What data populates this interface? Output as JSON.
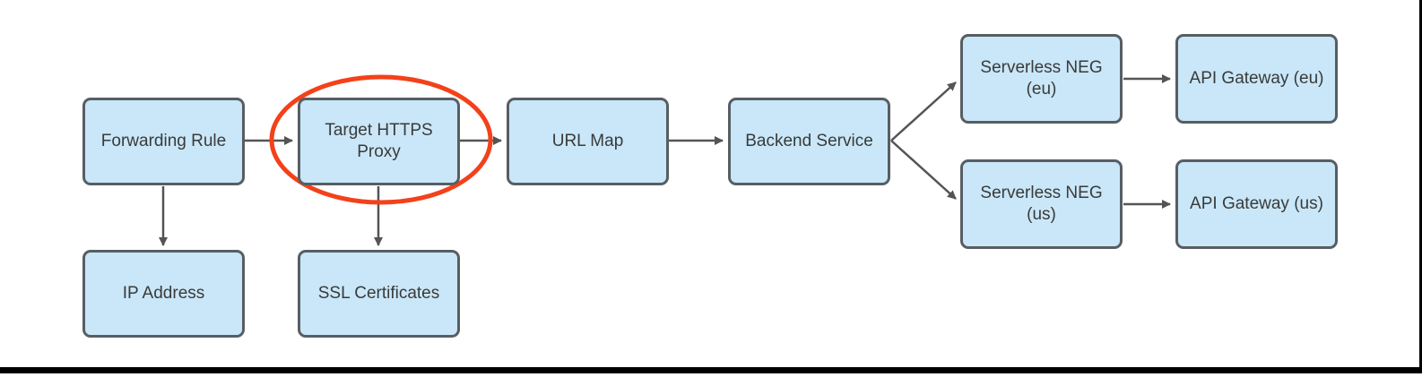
{
  "diagram": {
    "nodes": [
      {
        "id": "forwarding-rule",
        "label": "Forwarding Rule"
      },
      {
        "id": "target-https-proxy",
        "label": "Target HTTPS Proxy"
      },
      {
        "id": "url-map",
        "label": "URL Map"
      },
      {
        "id": "backend-service",
        "label": "Backend Service"
      },
      {
        "id": "serverless-neg-eu",
        "label": "Serverless NEG (eu)"
      },
      {
        "id": "api-gateway-eu",
        "label": "API Gateway (eu)"
      },
      {
        "id": "serverless-neg-us",
        "label": "Serverless NEG (us)"
      },
      {
        "id": "api-gateway-us",
        "label": "API Gateway (us)"
      },
      {
        "id": "ip-address",
        "label": "IP Address"
      },
      {
        "id": "ssl-certificates",
        "label": "SSL Certificates"
      }
    ],
    "edges": [
      {
        "from": "forwarding-rule",
        "to": "target-https-proxy"
      },
      {
        "from": "target-https-proxy",
        "to": "url-map"
      },
      {
        "from": "url-map",
        "to": "backend-service"
      },
      {
        "from": "backend-service",
        "to": "serverless-neg-eu"
      },
      {
        "from": "backend-service",
        "to": "serverless-neg-us"
      },
      {
        "from": "serverless-neg-eu",
        "to": "api-gateway-eu"
      },
      {
        "from": "serverless-neg-us",
        "to": "api-gateway-us"
      },
      {
        "from": "forwarding-rule",
        "to": "ip-address"
      },
      {
        "from": "target-https-proxy",
        "to": "ssl-certificates"
      }
    ],
    "annotation": {
      "type": "ellipse",
      "around": "target-https-proxy",
      "color": "#F3411A"
    }
  },
  "colors": {
    "node_fill": "#C9E7F8",
    "node_border": "#575E63",
    "arrow": "#545454",
    "text": "#3A3A3A",
    "highlight": "#F3411A",
    "edge": "#000000"
  }
}
